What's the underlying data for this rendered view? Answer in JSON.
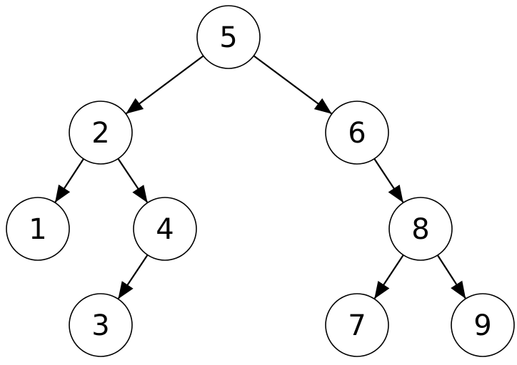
{
  "diagram": {
    "type": "binary-tree",
    "nodes": [
      {
        "id": "n5",
        "label": "5"
      },
      {
        "id": "n2",
        "label": "2"
      },
      {
        "id": "n6",
        "label": "6"
      },
      {
        "id": "n1",
        "label": "1"
      },
      {
        "id": "n4",
        "label": "4"
      },
      {
        "id": "n8",
        "label": "8"
      },
      {
        "id": "n3",
        "label": "3"
      },
      {
        "id": "n7",
        "label": "7"
      },
      {
        "id": "n9",
        "label": "9"
      }
    ],
    "edges": [
      {
        "from": "n5",
        "to": "n2"
      },
      {
        "from": "n5",
        "to": "n6"
      },
      {
        "from": "n2",
        "to": "n1"
      },
      {
        "from": "n2",
        "to": "n4"
      },
      {
        "from": "n4",
        "to": "n3"
      },
      {
        "from": "n6",
        "to": "n8"
      },
      {
        "from": "n8",
        "to": "n7"
      },
      {
        "from": "n8",
        "to": "n9"
      }
    ],
    "colors": {
      "stroke": "#000000",
      "fill": "#ffffff",
      "text": "#000000"
    }
  }
}
